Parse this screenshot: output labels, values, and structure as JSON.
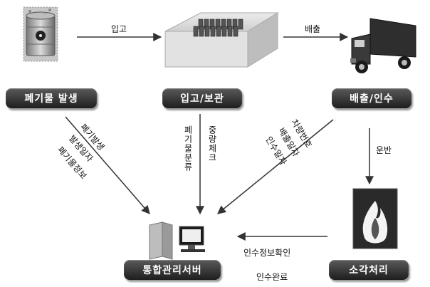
{
  "nodes": {
    "waste_generation": "폐기물 발생",
    "storage": "입고/보관",
    "dispatch": "배출/인수",
    "incineration": "소각처리",
    "server": "통합관리서버"
  },
  "edges": {
    "intake": "입고",
    "discharge": "배출",
    "transport": "운반",
    "waste_to_server": [
      "폐기발생",
      "발생일자",
      "폐기물정보"
    ],
    "storage_to_server": [
      "폐기물분류",
      "중량체크"
    ],
    "dispatch_to_server": [
      "차량번호",
      "배출일자",
      "인수일자"
    ],
    "incineration_to_server": [
      "인수정보확인",
      "인수완료"
    ]
  },
  "icons": {
    "waste": "radioactive-barrel-icon",
    "storage": "storage-container-icon",
    "truck": "truck-icon",
    "fire": "fire-icon",
    "server": "computer-server-icon"
  }
}
